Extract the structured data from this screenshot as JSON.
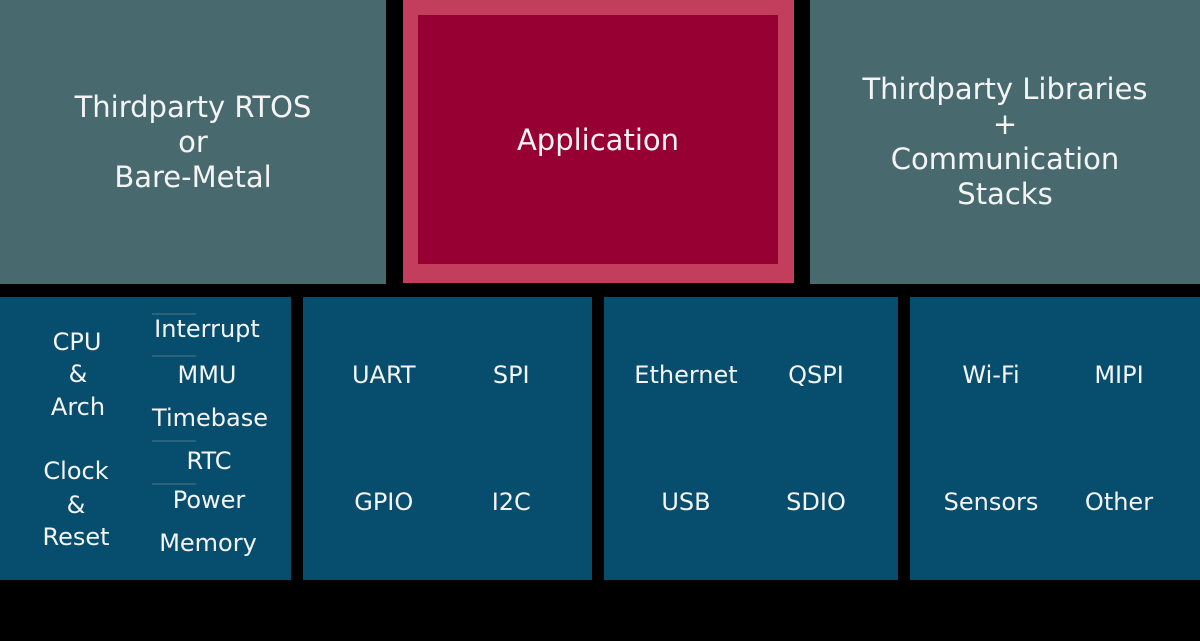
{
  "diagram": {
    "description": "Embedded platform software architecture block diagram"
  },
  "colors": {
    "background": "#000000",
    "top_box": "#486a6e",
    "application_frame": "#c23e5c",
    "application_fill": "#970032",
    "bottom_box": "#074d6d",
    "separator_line": "#2b637c",
    "text": "#f4f4f4"
  },
  "top_row": {
    "rtos_box": {
      "lines": [
        "Thirdparty RTOS",
        "or",
        "Bare-Metal"
      ]
    },
    "application_box": {
      "label": "Application"
    },
    "libraries_box": {
      "lines": [
        "Thirdparty Libraries",
        "+",
        "Communication",
        "Stacks"
      ]
    }
  },
  "bottom_row": {
    "core_box": {
      "cpu_group": [
        "CPU",
        "&",
        "Arch"
      ],
      "clock_group": [
        "Clock",
        "&",
        "Reset"
      ],
      "items": [
        "Interrupt",
        "MMU",
        "Timebase",
        "RTC",
        "Power",
        "Memory"
      ]
    },
    "io_box": {
      "items": [
        "UART",
        "SPI",
        "GPIO",
        "I2C"
      ]
    },
    "connectivity_box": {
      "items": [
        "Ethernet",
        "QSPI",
        "USB",
        "SDIO"
      ]
    },
    "misc_box": {
      "items": [
        "Wi-Fi",
        "MIPI",
        "Sensors",
        "Other"
      ]
    }
  }
}
